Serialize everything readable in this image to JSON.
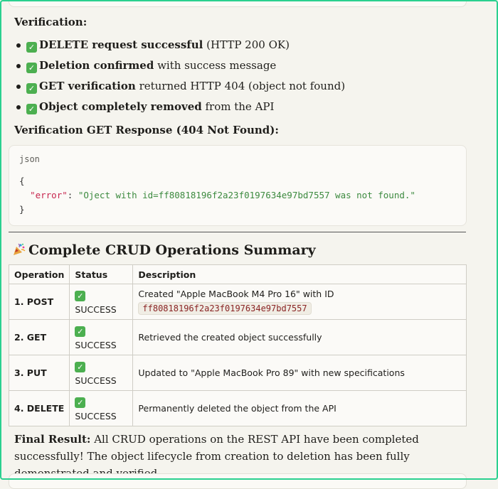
{
  "verification": {
    "heading": "Verification:",
    "items": [
      {
        "bold": "DELETE request successful",
        "rest": " (HTTP 200 OK)"
      },
      {
        "bold": "Deletion confirmed",
        "rest": " with success message"
      },
      {
        "bold": "GET verification",
        "rest": " returned HTTP 404 (object not found)"
      },
      {
        "bold": "Object completely removed",
        "rest": " from the API"
      }
    ],
    "check_icon": "check-mark-button-icon",
    "check_color": "#4caf50"
  },
  "response": {
    "heading": "Verification GET Response (404 Not Found):",
    "lang": "json",
    "line_open": "{",
    "key": "\"error\"",
    "colon": ": ",
    "value": "\"Oject with id=ff80818196f2a23f0197634e97bd7557 was not found.\"",
    "line_close": "}"
  },
  "summary": {
    "title": "Complete CRUD Operations Summary",
    "title_icon": "party-popper-icon",
    "columns": [
      "Operation",
      "Status",
      "Description"
    ],
    "rows": [
      {
        "operation": "1. POST",
        "status": "SUCCESS",
        "description": "Created \"Apple MacBook M4 Pro 16\" with ID",
        "code": "ff80818196f2a23f0197634e97bd7557"
      },
      {
        "operation": "2. GET",
        "status": "SUCCESS",
        "description": "Retrieved the created object successfully"
      },
      {
        "operation": "3. PUT",
        "status": "SUCCESS",
        "description": "Updated to \"Apple MacBook Pro 89\" with new specifications"
      },
      {
        "operation": "4. DELETE",
        "status": "SUCCESS",
        "description": "Permanently deleted the object from the API"
      }
    ]
  },
  "final": {
    "label": "Final Result:",
    "text": " All CRUD operations on the REST API have been completed successfully! The object lifecycle from creation to deletion has been fully demonstrated and verified."
  },
  "colors": {
    "frame": "#2ad08f",
    "json_key": "#c7254e",
    "json_string": "#3c8a3f",
    "inline_code": "#8a2424"
  }
}
